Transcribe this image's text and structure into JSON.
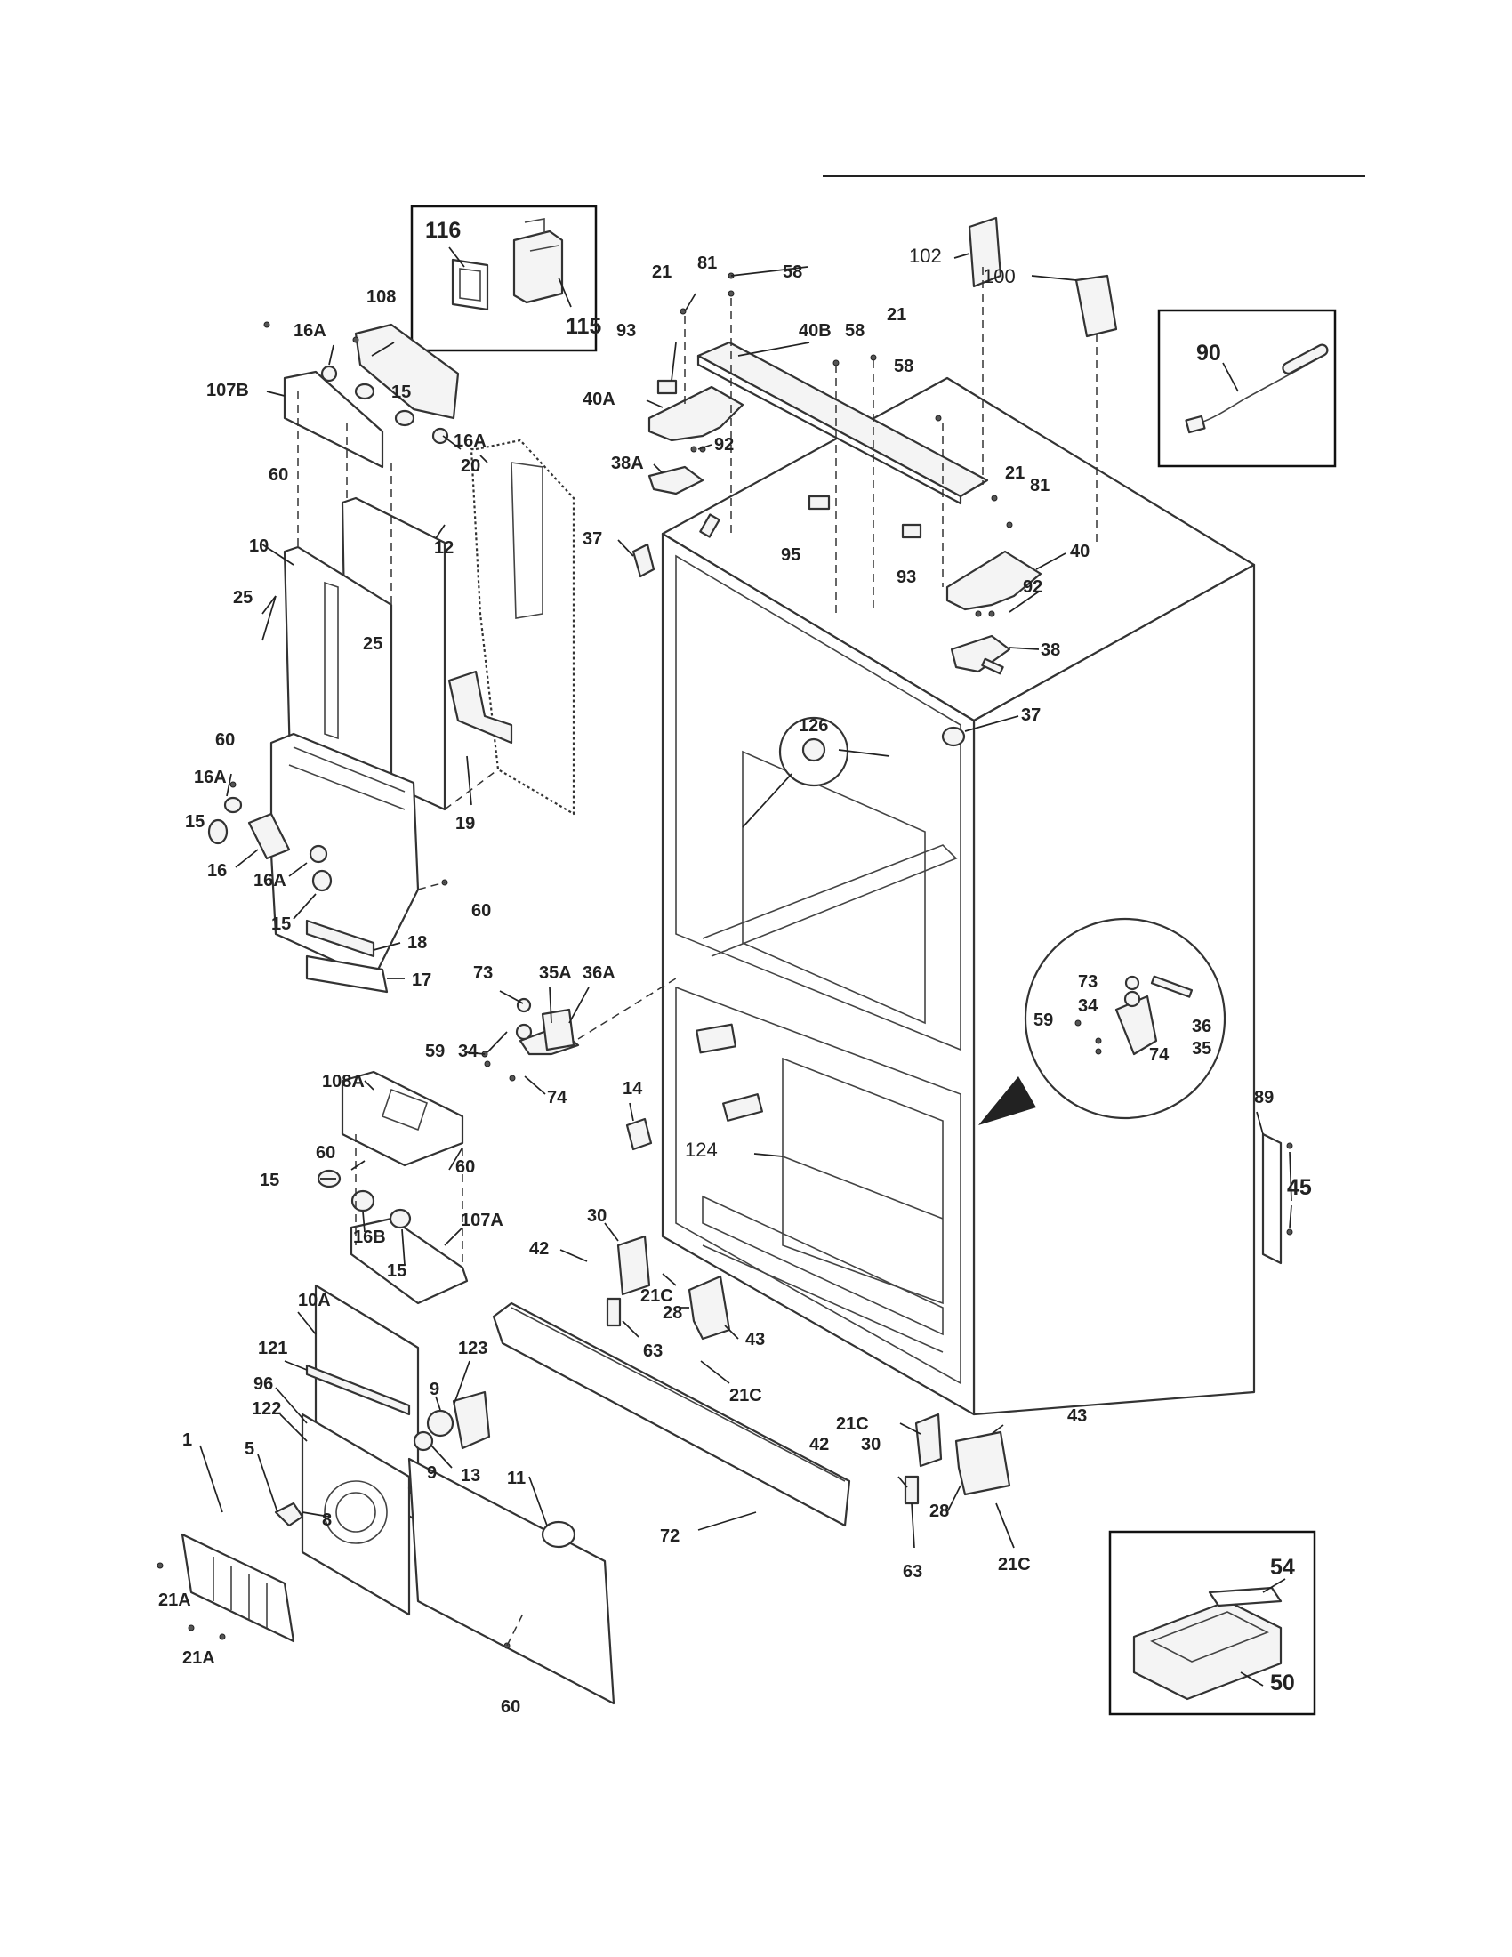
{
  "labels": {
    "l116": "116",
    "l115": "115",
    "l108": "108",
    "l16A": "16A",
    "l107B": "107B",
    "l15": "15",
    "l60": "60",
    "l20": "20",
    "l10": "10",
    "l12": "12",
    "l25": "25",
    "l19": "19",
    "l16": "16",
    "l18": "18",
    "l17": "17",
    "l21": "21",
    "l81": "81",
    "l58": "58",
    "l93": "93",
    "l40B": "40B",
    "l40A": "40A",
    "l92": "92",
    "l38A": "38A",
    "l37": "37",
    "l95": "95",
    "l102": "102",
    "l100": "100",
    "l90": "90",
    "l40": "40",
    "l38": "38",
    "l126": "126",
    "l73": "73",
    "l35A": "35A",
    "l36A": "36A",
    "l34": "34",
    "l59": "59",
    "l74": "74",
    "l36": "36",
    "l35": "35",
    "l108A": "108A",
    "l14": "14",
    "l16B": "16B",
    "l107A": "107A",
    "l124": "124",
    "l89": "89",
    "l45": "45",
    "l30": "30",
    "l42": "42",
    "l21C": "21C",
    "l28": "28",
    "l63": "63",
    "l43": "43",
    "l10A": "10A",
    "l121": "121",
    "l123": "123",
    "l96": "96",
    "l9": "9",
    "l122": "122",
    "l1": "1",
    "l5": "5",
    "l8": "8",
    "l13": "13",
    "l11": "11",
    "l21A": "21A",
    "l72": "72",
    "l54": "54",
    "l50": "50"
  }
}
